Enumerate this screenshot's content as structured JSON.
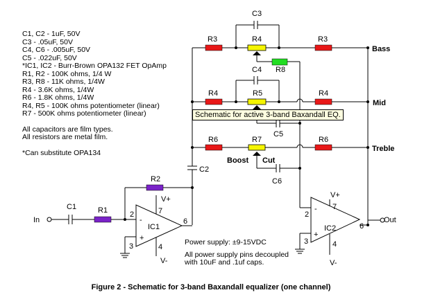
{
  "notes": [
    "C1, C2  -  1uF, 50V",
    "C3  -  .05uF, 50V",
    "C4, C6  -  .005uF, 50V",
    "C5  -  .022uF, 50V",
    "*IC1, IC2  -  Burr-Brown OPA132 FET OpAmp",
    "R1, R2  -  100K ohms, 1/4 W",
    "R3, R8  -  11K ohms, 1/4W",
    "R4  -  3.6K ohms, 1/4W",
    "R6  -  1.8K ohms, 1/4W",
    "R4, R5  -  100K ohms potentiometer (linear)",
    "R7  -  500K ohms potentiometer (linear)",
    "",
    "All capacitors are film types.",
    "All resistors are metal film.",
    "",
    "*Can substitute OPA134"
  ],
  "power": {
    "line1": "Power supply: ±9-15VDC",
    "line2": "All power supply pins decoupled",
    "line3": "with 10uF and .1uf caps."
  },
  "caption": "Figure 2  -  Schematic for 3-band Baxandall equalizer (one channel)",
  "tooltip": "Schematic for active 3-band Baxandall EQ.",
  "outputs": {
    "bass": "Bass",
    "mid": "Mid",
    "treble": "Treble"
  },
  "io": {
    "in": "In",
    "out": "Out"
  },
  "boost": "Boost",
  "cut": "Cut",
  "parts": {
    "C1": "C1",
    "C2": "C2",
    "C3": "C3",
    "C4": "C4",
    "C5": "C5",
    "C6": "C6",
    "R1": "R1",
    "R2": "R2",
    "R3": "R3",
    "R4": "R4",
    "R5": "R5",
    "R6": "R6",
    "R7": "R7",
    "R8": "R8",
    "IC1": "IC1",
    "IC2": "IC2"
  },
  "pins": {
    "p2": "2",
    "p3": "3",
    "p4": "4",
    "p6": "6",
    "p7": "7",
    "vplus": "V+",
    "vminus": "V-",
    "minus": "-",
    "plus": "+"
  },
  "colors": {
    "resistor_red": "#e81818",
    "resistor_purple": "#7a23c8",
    "pot_yellow": "#f5f500",
    "r8_green": "#22dd22",
    "tooltip_bg": "#ffffe1"
  }
}
